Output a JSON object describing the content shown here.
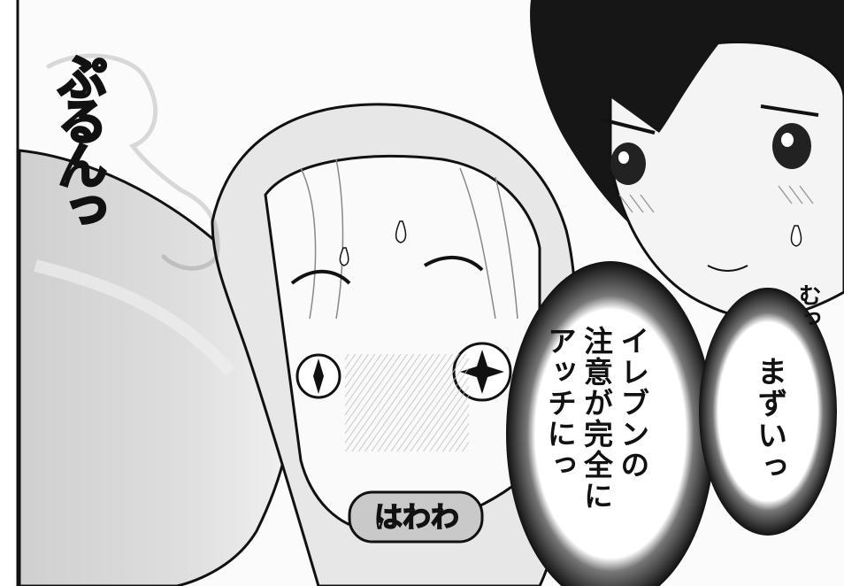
{
  "panel": {
    "sfx_bounce": "ぷるんっ",
    "sfx_flustered": "はわわ",
    "sfx_mutt": "むっ",
    "bubble_center_lines": [
      "イレブンの",
      "注意が完全に",
      "アッチにっ"
    ],
    "bubble_right": "まずいっ"
  },
  "colors": {
    "ink": "#111111",
    "paper": "#fbfbfb",
    "screentone": "#c8c8c8",
    "hair_dark": "#1a1a1a"
  }
}
